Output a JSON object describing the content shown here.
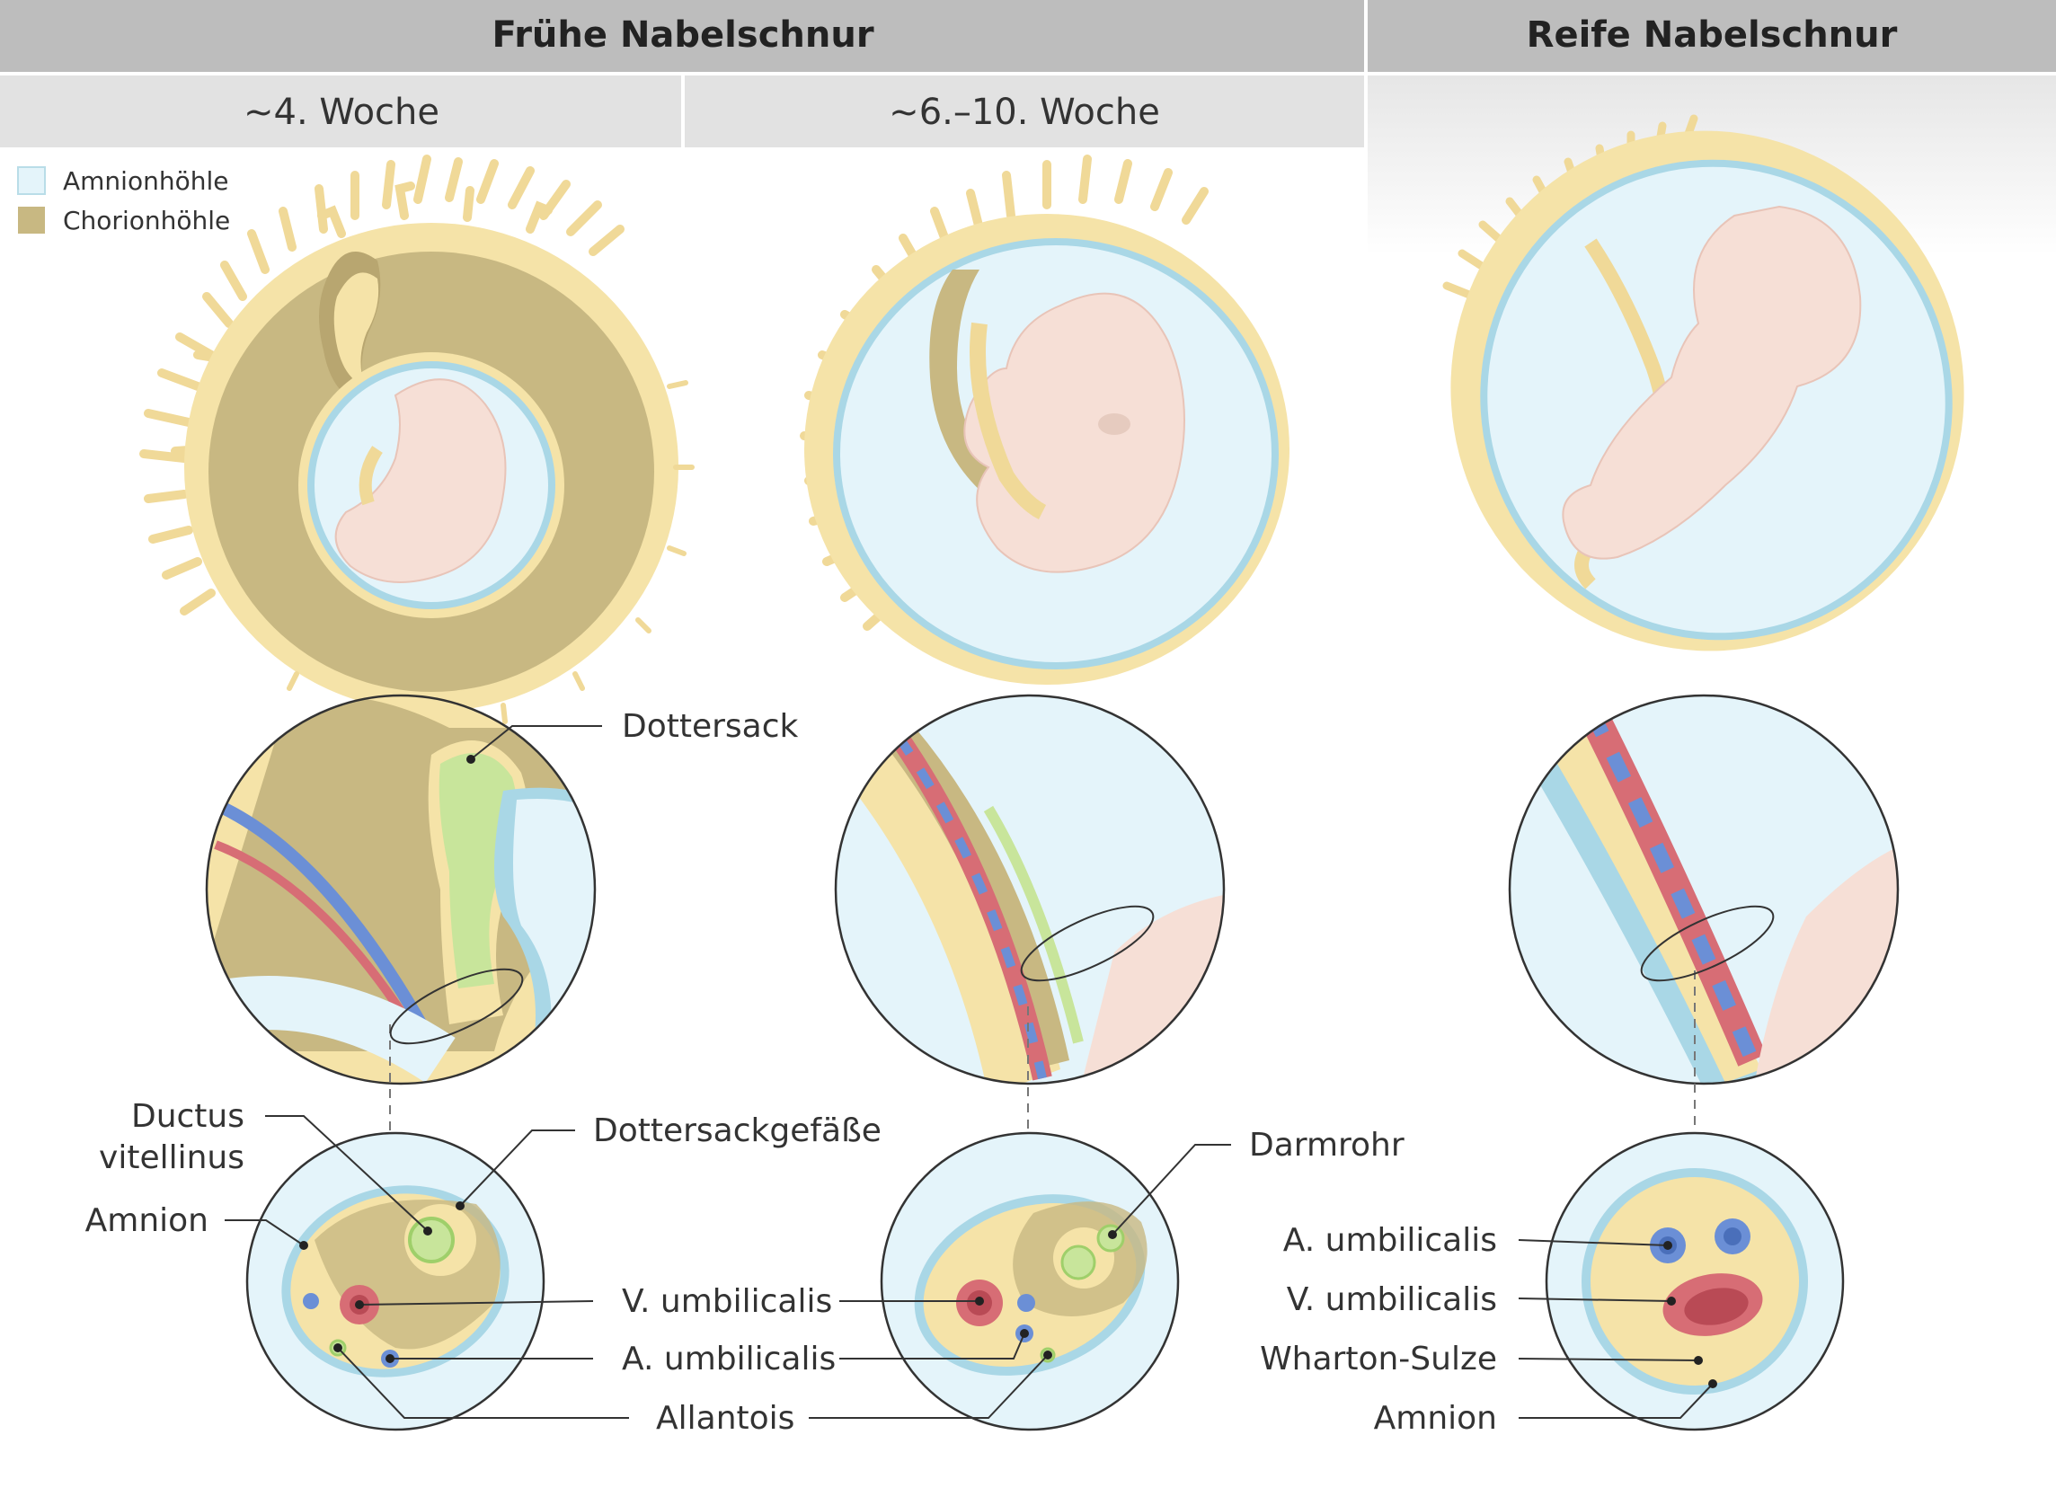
{
  "headers": {
    "early": "Frühe Nabelschnur",
    "mature": "Reife Nabelschnur",
    "week4": "~4. Woche",
    "week6_10": "~6.–10. Woche"
  },
  "legend": {
    "amnion": "Amnionhöhle",
    "chorion": "Chorionhöhle"
  },
  "labels": {
    "dottersack": "Dottersack",
    "ductus1": "Ductus",
    "ductus2": "vitellinus",
    "dottersackgefaesse": "Dottersackgefäße",
    "amnion_left": "Amnion",
    "v_umb_mid": "V. umbilicalis",
    "a_umb_mid": "A. umbilicalis",
    "allantois": "Allantois",
    "darmrohr": "Darmrohr",
    "a_umb_right": "A. umbilicalis",
    "v_umb_right": "V. umbilicalis",
    "wharton": "Wharton-Sulze",
    "amnion_right": "Amnion"
  },
  "colors": {
    "header_dark": "#bdbdbd",
    "header_light": "#e2e2e2",
    "amnion": "#e4f4fa",
    "amnion_edge": "#a9d7e6",
    "chorion": "#c8b882",
    "chorion_dark": "#b3a26e",
    "membrane": "#f5e3a8",
    "embryo": "#f6dfd6",
    "artery": "#6b8fd6",
    "vein": "#d76d75",
    "allantois": "#c8e59b"
  }
}
